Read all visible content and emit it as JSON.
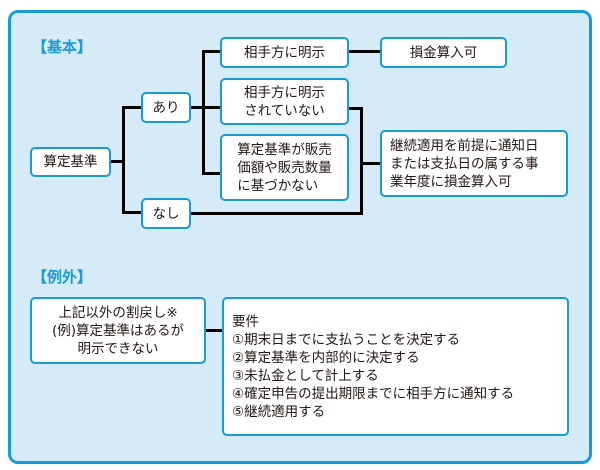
{
  "basic": {
    "label": "【基本】",
    "root": "算定基準",
    "yes": "あり",
    "no": "なし",
    "explicit": "相手方に明示",
    "deductible": "損金算入可",
    "not_explicit": [
      "相手方に明示",
      "されていない"
    ],
    "not_based_on_sales": [
      "算定基準が販売",
      "価額や販売数量",
      "に基づかない"
    ],
    "continuous_result": [
      "継続適用を前提に通知日",
      "または支払日の属する事",
      "業年度に損金算入可"
    ]
  },
  "exception": {
    "label": "【例外】",
    "case": [
      "上記以外の割戻し※",
      "(例)算定基準はあるが",
      "明示できない"
    ],
    "requirements_title": "要件",
    "requirements": [
      "①期末日までに支払うことを決定する",
      "②算定基準を内部的に決定する",
      "③未払金として計上する",
      "④確定申告の提出期限までに相手方に通知する",
      "⑤継続適用する"
    ]
  },
  "colors": {
    "accent": "#1a9ad6",
    "panel_fill": "#d5ebf8",
    "connector": "#000000"
  }
}
